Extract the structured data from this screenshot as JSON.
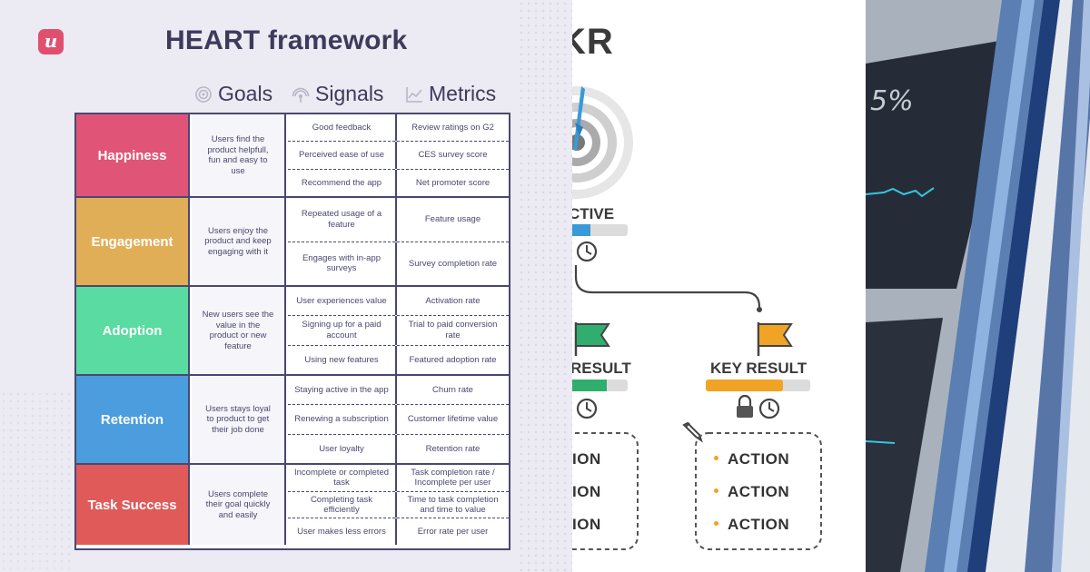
{
  "heart": {
    "title": "HEART framework",
    "logo_letter": "u",
    "columns": {
      "goals": "Goals",
      "signals": "Signals",
      "metrics": "Metrics"
    },
    "rows": [
      {
        "category": "Happiness",
        "color": "#e05577",
        "goal": "Users find the product helpfull, fun and easy to use",
        "pairs": [
          {
            "signal": "Good feedback",
            "metric": "Review ratings on G2"
          },
          {
            "signal": "Perceived ease of use",
            "metric": "CES survey score"
          },
          {
            "signal": "Recommend the app",
            "metric": "Net promoter score"
          }
        ]
      },
      {
        "category": "Engagement",
        "color": "#e0ae57",
        "goal": "Users enjoy the product and keep engaging with it",
        "pairs": [
          {
            "signal": "Repeated usage of a feature",
            "metric": "Feature usage"
          },
          {
            "signal": "Engages with in-app surveys",
            "metric": "Survey completion rate"
          }
        ]
      },
      {
        "category": "Adoption",
        "color": "#59dba1",
        "goal": "New users see the value in the product or new feature",
        "pairs": [
          {
            "signal": "User experiences value",
            "metric": "Activation rate"
          },
          {
            "signal": "Signing up for a paid account",
            "metric": "Trial to paid conversion rate"
          },
          {
            "signal": "Using new features",
            "metric": "Featured adoption rate"
          }
        ]
      },
      {
        "category": "Retention",
        "color": "#4b9ddd",
        "goal": "Users stays loyal to product to get their job done",
        "pairs": [
          {
            "signal": "Staying active in the app",
            "metric": "Churn rate"
          },
          {
            "signal": "Renewing a subscription",
            "metric": "Customer lifetime value"
          },
          {
            "signal": "User loyalty",
            "metric": "Retention rate"
          }
        ]
      },
      {
        "category": "Task Success",
        "color": "#e05a5a",
        "goal": "Users complete their goal quickly and easily",
        "pairs": [
          {
            "signal": "Incomplete or completed task",
            "metric": "Task completion rate / Incomplete per user"
          },
          {
            "signal": "Completing task efficiently",
            "metric": "Time to task completion and time to value"
          },
          {
            "signal": "User makes less errors",
            "metric": "Error rate per user"
          }
        ]
      }
    ]
  },
  "okr": {
    "title_fragment": "KR",
    "objective_fragment": "CTIVE",
    "key_result_left_fragment": "RESULT",
    "key_result_right": "KEY RESULT",
    "action_left_fragments": [
      "ION",
      "ION",
      "ION"
    ],
    "actions_right": [
      "ACTION",
      "ACTION",
      "ACTION"
    ],
    "colors": {
      "blue": "#3a9ad9",
      "green": "#2fae6e",
      "orange": "#f0a325"
    }
  },
  "photo": {
    "percent_fragment": "5%"
  }
}
